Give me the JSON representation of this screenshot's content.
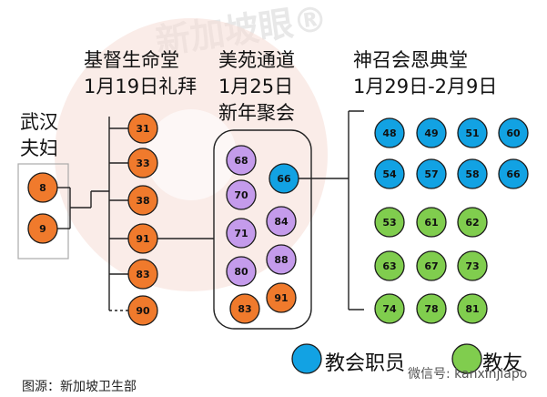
{
  "watermark": "新加坡眼®",
  "headers": {
    "wuhan": [
      "武汉",
      "夫妇"
    ],
    "life_church": [
      "基督生命堂",
      "1月19日礼拜"
    ],
    "mei_yuan": [
      "美苑通道",
      "1月25日",
      "新年聚会"
    ],
    "grace_church": [
      "神召会恩典堂",
      "1月29日-2月9日"
    ]
  },
  "colors": {
    "orange": "#F07A2C",
    "purple": "#C49BEB",
    "blue": "#12A2E3",
    "green": "#80CD4E",
    "line": "#222222"
  },
  "groups": {
    "wuhan": [
      "8",
      "9"
    ],
    "life_church": [
      "31",
      "33",
      "38",
      "91",
      "83",
      "90"
    ],
    "mei_yuan": [
      {
        "id": "68",
        "role": "purple"
      },
      {
        "id": "66",
        "role": "blue"
      },
      {
        "id": "70",
        "role": "purple"
      },
      {
        "id": "71",
        "role": "purple"
      },
      {
        "id": "84",
        "role": "purple"
      },
      {
        "id": "80",
        "role": "purple"
      },
      {
        "id": "88",
        "role": "purple"
      },
      {
        "id": "83",
        "role": "orange"
      },
      {
        "id": "91",
        "role": "orange"
      }
    ],
    "grace_church": {
      "staff": [
        [
          "48",
          "49",
          "51",
          "60"
        ],
        [
          "54",
          "57",
          "58",
          "66"
        ]
      ],
      "members": [
        [
          "53",
          "61",
          "62"
        ],
        [
          "63",
          "67",
          "73"
        ],
        [
          "74",
          "78",
          "81"
        ]
      ]
    }
  },
  "legend": {
    "staff": "教会职员",
    "members": "教友"
  },
  "footer": {
    "source": "图源：新加坡卫生部",
    "wechat": "微信号: kanxinjiapo"
  }
}
